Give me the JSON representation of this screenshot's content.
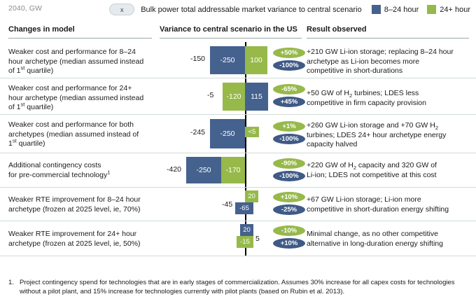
{
  "header": {
    "unit_label": "2040, GW",
    "x_pill": "x",
    "legend_description": "Bulk power total addressable market variance to central scenario",
    "legend": [
      {
        "label": "8–24 hour",
        "color": "#45618e"
      },
      {
        "label": "24+ hour",
        "color": "#96b94a"
      }
    ]
  },
  "columns": {
    "changes": "Changes in model",
    "variance": "Variance to central scenario in the US",
    "result": "Result observed"
  },
  "chart_data": {
    "type": "bar",
    "title": "Variance to central scenario in the US",
    "unit": "GW",
    "year": "2040",
    "axis_value": 0,
    "series_names": [
      "8–24 hour",
      "24+ hour"
    ],
    "series_colors": [
      "#45618e",
      "#96b94a"
    ],
    "categories": [
      "Weaker cost and performance for 8–24 hour archetype",
      "Weaker cost and performance for 24+ hour archetype",
      "Weaker cost and performance for both archetypes",
      "Additional contingency costs for pre-commercial technology",
      "Weaker RTE improvement for 8–24 hour archetype",
      "Weaker RTE improvement for 24+ hour archetype"
    ],
    "rows": [
      {
        "total": -150,
        "bars": [
          {
            "series": "8–24 hour",
            "value": -250,
            "label": "-250"
          },
          {
            "series": "24+ hour",
            "value": 100,
            "label": "100"
          }
        ]
      },
      {
        "total": -5,
        "bars": [
          {
            "series": "24+ hour",
            "value": -120,
            "label": "-120"
          },
          {
            "series": "8–24 hour",
            "value": 115,
            "label": "115"
          }
        ]
      },
      {
        "total": -245,
        "bars": [
          {
            "series": "8–24 hour",
            "value": -250,
            "label": "-250"
          },
          {
            "series": "24+ hour",
            "value": 5,
            "label": "<5"
          }
        ]
      },
      {
        "total": -420,
        "bars": [
          {
            "series": "8–24 hour",
            "value": -250,
            "label": "-250"
          },
          {
            "series": "24+ hour",
            "value": -170,
            "label": "-170"
          }
        ]
      },
      {
        "total": -45,
        "bars": [
          {
            "series": "24+ hour",
            "value": 20,
            "label": "20"
          },
          {
            "series": "8–24 hour",
            "value": -65,
            "label": "-65"
          }
        ]
      },
      {
        "total": 5,
        "bars": [
          {
            "series": "8–24 hour",
            "value": 20,
            "label": "20"
          },
          {
            "series": "24+ hour",
            "value": -15,
            "label": "-15"
          }
        ]
      }
    ]
  },
  "rows": [
    {
      "change_line1": "Weaker cost and performance for 8–24",
      "change_line2": "hour archetype (median assumed instead",
      "change_line3": "of 1st quartile)",
      "total_label": "-150",
      "bar_blue_label": "-250",
      "bar_green_label": "100",
      "badge_green": "+50%",
      "badge_blue": "-100%",
      "result_line1": "+210 GW Li-ion storage; replacing 8–24 hour",
      "result_line2": "archetype as Li-ion becomes more",
      "result_line3": "competitive in short-durations"
    },
    {
      "change_line1": "Weaker cost and performance for 24+",
      "change_line2": "hour archetype (median assumed instead",
      "change_line3": "of 1st quartile)",
      "total_label": "-5",
      "bar_green_label": "-120",
      "bar_blue_label": "115",
      "badge_green": "-65%",
      "badge_blue": "+45%",
      "result_line1": "+50 GW of H2 turbines; LDES less",
      "result_line2": "competitive in firm capacity provision"
    },
    {
      "change_line1": "Weaker cost and performance for both",
      "change_line2": "archetypes (median assumed instead of",
      "change_line3": "1st quartile)",
      "total_label": "-245",
      "bar_blue_label": "-250",
      "bar_green_label": "<5",
      "badge_green": "+1%",
      "badge_blue": "-100%",
      "result_line1": "+260 GW Li-ion storage and +70 GW H2",
      "result_line2": "turbines; LDES 24+ hour archetype energy",
      "result_line3": "capacity halved"
    },
    {
      "change_line1": "Additional contingency costs",
      "change_line2": "for pre-commercial technology",
      "total_label": "-420",
      "bar_blue_label": "-250",
      "bar_green_label": "-170",
      "badge_green": "-90%",
      "badge_blue": "-100%",
      "result_line1": "+220 GW of H2 capacity and 320 GW of",
      "result_line2": "Li-ion; LDES not competitive at this cost"
    },
    {
      "change_line1": "Weaker RTE improvement for 8–24 hour",
      "change_line2": "archetype (frozen at 2025 level, ie, 70%)",
      "total_label": "-45",
      "bar_green_label": "20",
      "bar_blue_label": "-65",
      "badge_green": "+10%",
      "badge_blue": "-25%",
      "result_line1": "+67 GW Li-ion storage; Li-ion more",
      "result_line2": "competitive in short-duration energy shifting"
    },
    {
      "change_line1": "Weaker RTE improvement for 24+ hour",
      "change_line2": "archetype (frozen at 2025 level, ie, 50%)",
      "total_label": "5",
      "bar_blue_label": "20",
      "bar_green_label": "-15",
      "badge_green": "-10%",
      "badge_blue": "+10%",
      "result_line1": "Minimal change, as no other competitive",
      "result_line2": "alternative in long-duration energy shifting"
    }
  ],
  "footnote": {
    "number": "1.",
    "text": "Project contingency spend for technologies that are in early stages of commercialization.  Assumes 30% increase for all capex costs for technologies without a pilot plant, and 15% increase for technologies currently with pilot plants (based on Rubin et al. 2013)."
  }
}
